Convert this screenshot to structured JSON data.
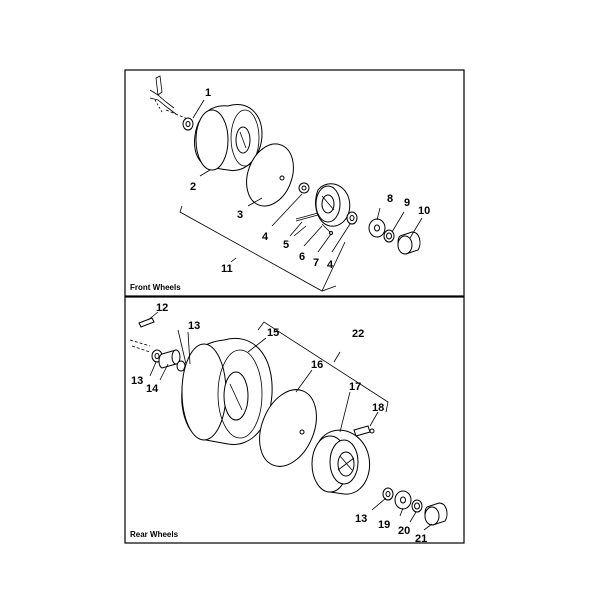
{
  "panels": {
    "front": {
      "title": "Front Wheels"
    },
    "rear": {
      "title": "Rear Wheels"
    }
  },
  "callouts": {
    "c1": "1",
    "c2": "2",
    "c3": "3",
    "c4a": "4",
    "c4b": "4",
    "c5": "5",
    "c6": "6",
    "c7": "7",
    "c8": "8",
    "c9": "9",
    "c10": "10",
    "c11": "11",
    "c12": "12",
    "c13a": "13",
    "c13b": "13",
    "c13c": "13",
    "c14": "14",
    "c15": "15",
    "c16": "16",
    "c17": "17",
    "c18": "18",
    "c19": "19",
    "c20": "20",
    "c21": "21",
    "c22": "22"
  }
}
